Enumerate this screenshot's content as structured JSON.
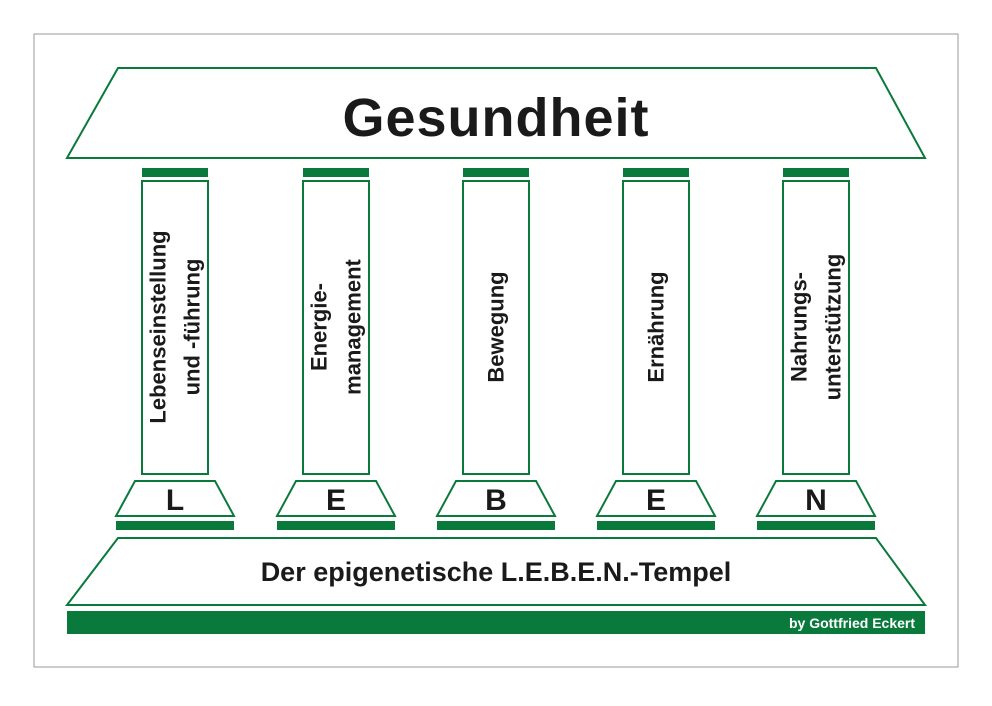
{
  "title": "Gesundheit",
  "subtitle": "Der epigenetische L.E.B.E.N.-Tempel",
  "author": "by Gottfried Eckert",
  "colors": {
    "green": "#0a7a3c",
    "text": "#1a1a1a",
    "frame": "#9a9a9a"
  },
  "pillars": [
    {
      "letter": "L",
      "lines": [
        "Lebenseinstellung",
        "und -führung"
      ]
    },
    {
      "letter": "E",
      "lines": [
        "Energie-",
        "management"
      ]
    },
    {
      "letter": "B",
      "lines": [
        "Bewegung"
      ]
    },
    {
      "letter": "E",
      "lines": [
        "Ernährung"
      ]
    },
    {
      "letter": "N",
      "lines": [
        "Nahrungs-",
        "unterstützung"
      ]
    }
  ]
}
